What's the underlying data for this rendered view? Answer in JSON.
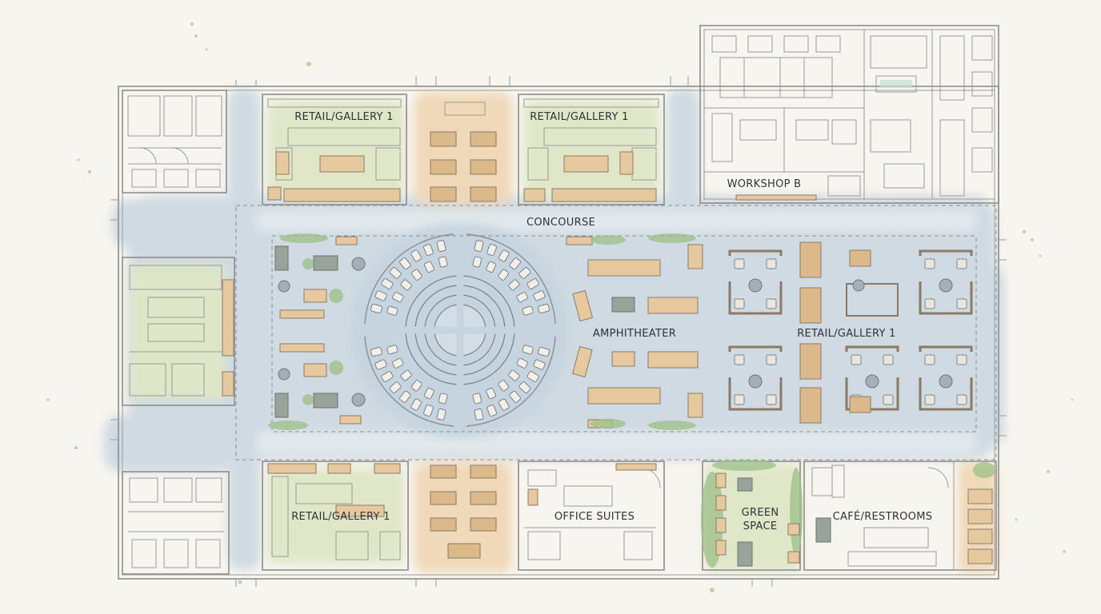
{
  "rooms": {
    "retail_top_left": "RETAIL/GALLERY 1",
    "retail_top_right": "RETAIL/GALLERY 1",
    "workshop": "WORKSHOP B",
    "concourse": "CONCOURSE",
    "amphitheater": "AMPHITHEATER",
    "retail_right": "RETAIL/GALLERY 1",
    "retail_bottom": "RETAIL/GALLERY 1",
    "office": "OFFICE SUITES",
    "green_line1": "GREEN",
    "green_line2": "SPACE",
    "cafe": "CAFÉ/RESTROOMS"
  },
  "colors": {
    "water_wash": "#c9d6e0",
    "green_wash": "#dfe7c6",
    "tan_wash": "#efd6b4",
    "wall": "#8d8d8d",
    "furniture_wood": "#dcb98b"
  }
}
